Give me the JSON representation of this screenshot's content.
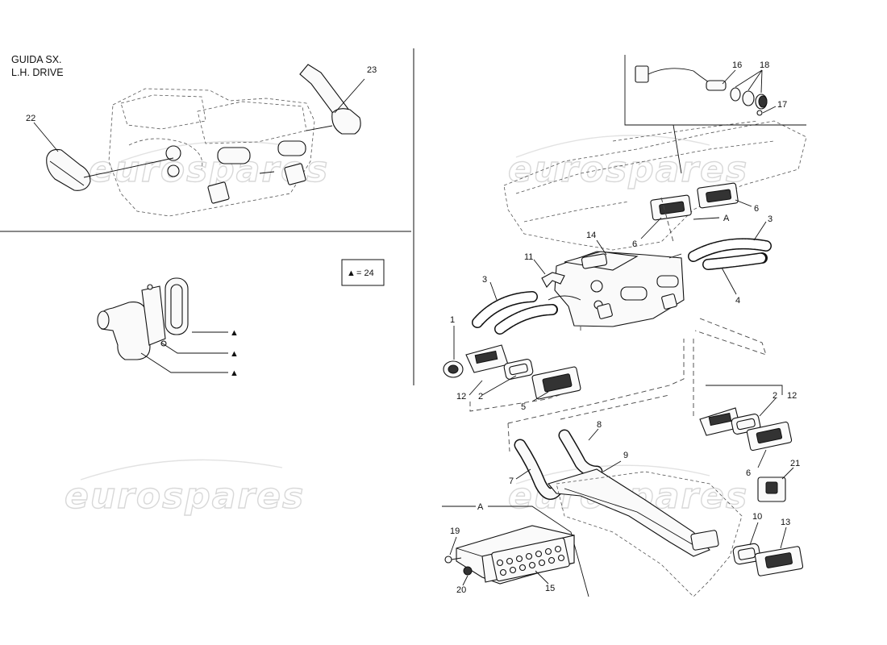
{
  "header": {
    "line1": "GUIDA SX.",
    "line2": "L.H. DRIVE"
  },
  "legend": {
    "symbol": "▲",
    "text": "= 24"
  },
  "watermark": "eurospares",
  "callouts": {
    "c1": "1",
    "c2a": "2",
    "c2b": "2",
    "c3a": "3",
    "c3b": "3",
    "c4": "4",
    "c5": "5",
    "c6a": "6",
    "c6b": "6",
    "c6c": "6",
    "c7": "7",
    "c8": "8",
    "c9": "9",
    "c10": "10",
    "c11": "11",
    "c12a": "12",
    "c12b": "12",
    "c13": "13",
    "c14": "14",
    "c15": "15",
    "c16": "16",
    "c17": "17",
    "c18": "18",
    "c19": "19",
    "c20": "20",
    "c21": "21",
    "c22": "22",
    "c23": "23",
    "sectA1": "A",
    "sectA2": "A"
  },
  "triangles": {
    "t1": "▲",
    "t2": "▲",
    "t3": "▲"
  }
}
